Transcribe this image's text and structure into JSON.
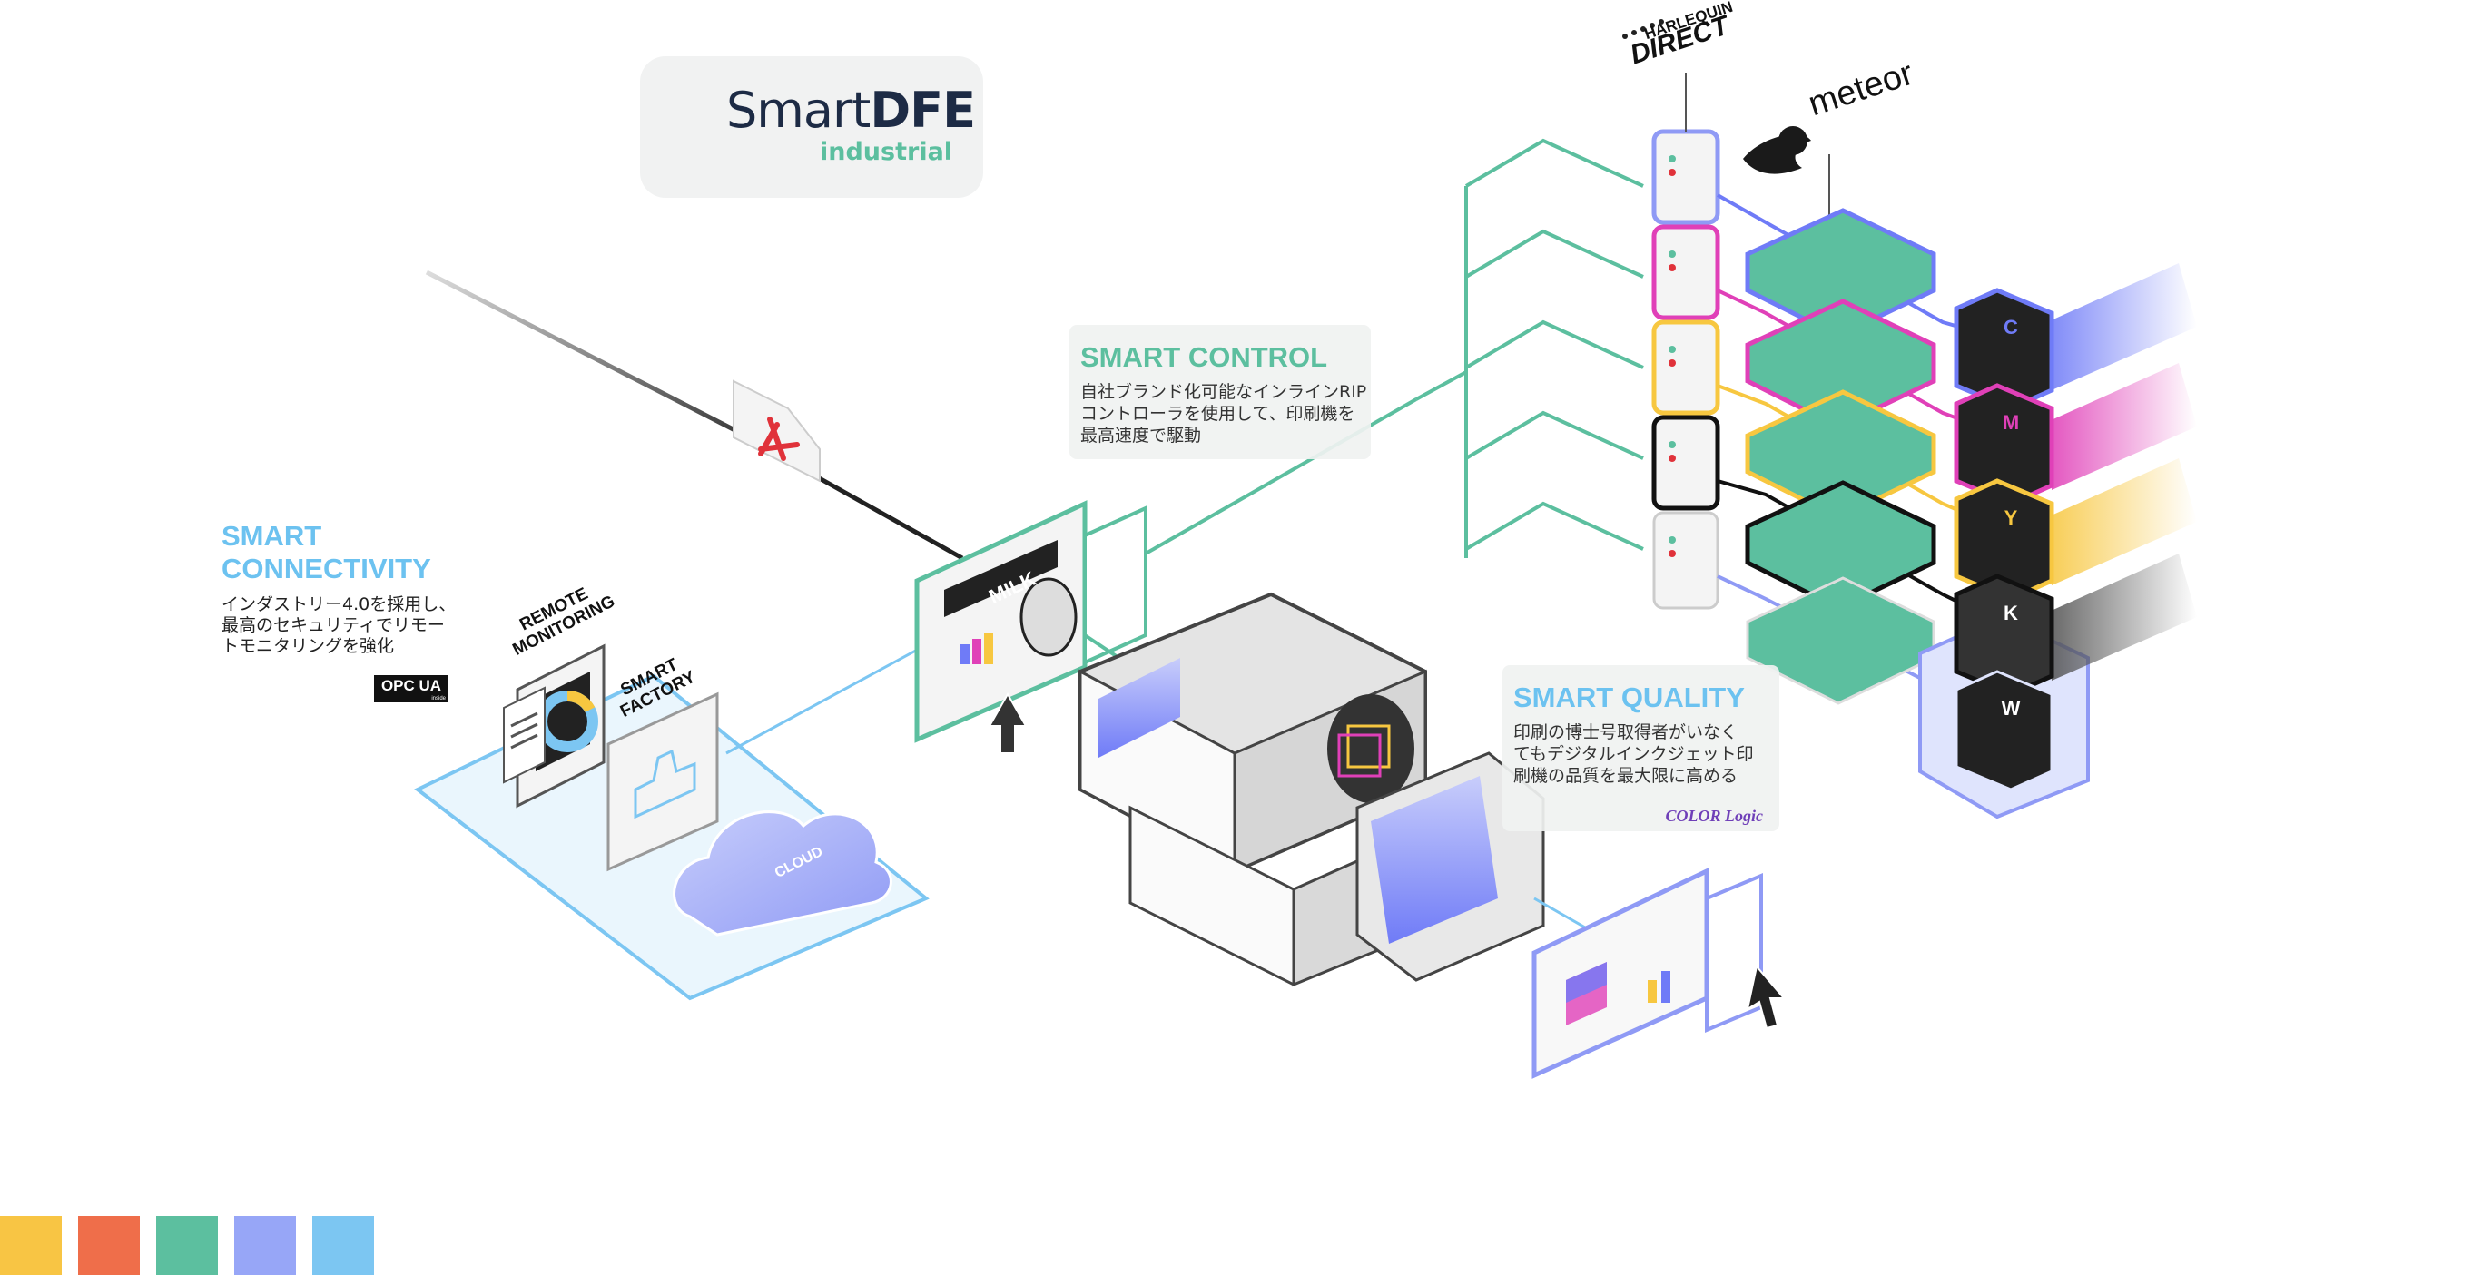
{
  "logo": {
    "brand_light": "Smart",
    "brand_bold": "DFE",
    "subtitle": "industrial"
  },
  "smart_control": {
    "title": "SMART CONTROL",
    "lines": [
      "自社ブランド化可能なインラインRIP",
      "コントローラを使用して、印刷機を",
      "最高速度で駆動"
    ]
  },
  "smart_quality": {
    "title": "SMART QUALITY",
    "lines": [
      "印刷の博士号取得者がいなく",
      "てもデジタルインクジェット印",
      "刷機の品質を最大限に高める"
    ],
    "badge": "COLOR Logic"
  },
  "smart_connectivity": {
    "title_lines": [
      "SMART",
      "CONNECTIVITY"
    ],
    "lines": [
      "インダストリー4.0を採用し、",
      "最高のセキュリティでリモー",
      "トモニタリングを強化"
    ],
    "badge": "OPC UA",
    "badge_sub": "inside"
  },
  "labels": {
    "remote_monitoring": [
      "REMOTE",
      "MONITORING"
    ],
    "smart_factory": [
      "SMART",
      "FACTORY"
    ],
    "cloud": "CLOUD",
    "milk": "MILK",
    "harlequin": "HARLEQUIN",
    "direct": "DIRECT",
    "meteor": "meteor"
  },
  "ink_heads": [
    "C",
    "M",
    "Y",
    "K",
    "W"
  ],
  "colors": {
    "ink_cyan": "#6f7bf7",
    "ink_magenta": "#e040b8",
    "ink_yellow": "#f7c740",
    "ink_black": "#111111",
    "ink_white": "#8fa0f5",
    "teal": "#5cbf9f",
    "sky": "#7cc6f2",
    "swatches": [
      "#f8c544",
      "#ef6e4a",
      "#5cbf9f",
      "#97a6f7",
      "#7cc6f2"
    ]
  }
}
